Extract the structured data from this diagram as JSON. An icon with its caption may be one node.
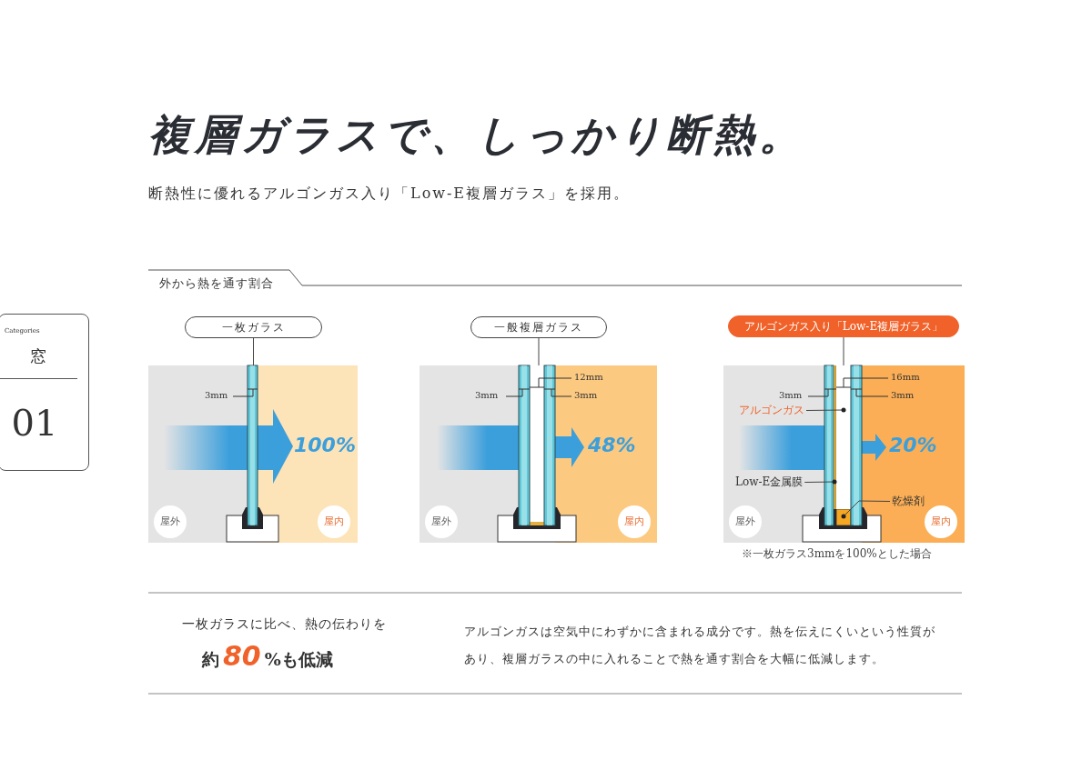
{
  "diagram": {
    "title": "複層ガラスで、しっかり断熱。",
    "nodes": [
      {
        "text": [
          "Categories",
          "窓",
          "01"
        ]
      },
      {
        "text": [
          "一枚ガラス"
        ]
      },
      {
        "text": [],
        "shape": "picture",
        "beside": [
          "100%"
        ]
      },
      {
        "text": [
          "一般複層ガラス"
        ]
      },
      {
        "text": [],
        "shape": "picture",
        "beside": [
          "48%"
        ]
      },
      {
        "text": [
          "アルゴンガス入り「Low-E複層ガラス」"
        ]
      },
      {
        "text": [],
        "shape": "picture",
        "beside": [
          "20%"
        ]
      },
      {
        "text": [
          "アルゴンガス"
        ]
      },
      {
        "text": [
          "Low-E金属膜"
        ]
      },
      {
        "text": [
          "乾燥剤"
        ]
      }
    ],
    "edges": [
      {
        "from": 1,
        "to": 2,
        "arrow": "none"
      },
      {
        "from": 3,
        "to": 4,
        "arrow": "none"
      },
      {
        "from": 5,
        "to": 6,
        "arrow": "none"
      },
      {
        "from": 7,
        "to": 6,
        "arrow": "other"
      },
      {
        "from": 8,
        "to": 6,
        "arrow": "other"
      },
      {
        "from": 9,
        "to": 6,
        "arrow": "other"
      }
    ],
    "labels": [
      "断熱性に優れるアルゴンガス入り「Low-E複層ガラス」を採用。",
      "外から熱を通す割合",
      "3mm",
      "屋外",
      "屋内",
      "12mm",
      "3mm",
      "3mm",
      "屋外",
      "屋内",
      "16mm",
      "3mm",
      "3mm",
      "屋外",
      "屋内",
      "※一枚ガラス3mmを100%とした場合",
      "一枚ガラスに比べ、熱の伝わりを",
      "約**80**%も低減",
      "アルゴンガスは空気中にわずかに含まれる成分です。熱を伝えにくいという性質があり、複層ガラスの中に入れることで熱を通す割合を大幅に低減します。"
    ]
  }
}
